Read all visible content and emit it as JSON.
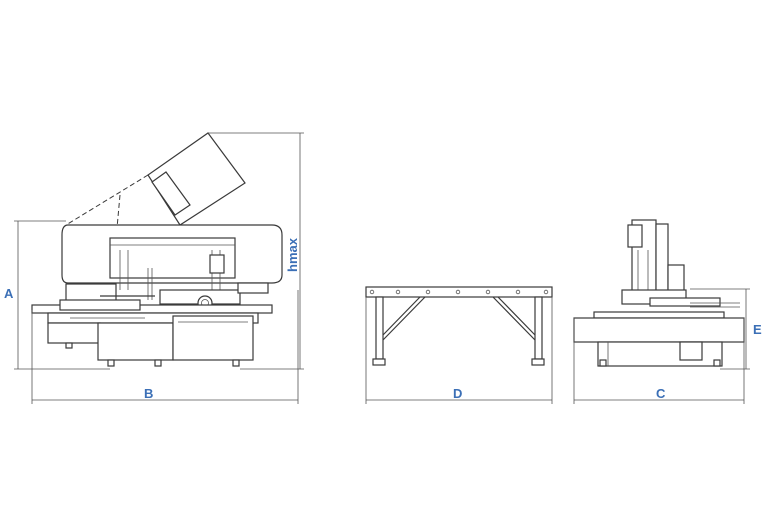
{
  "labels": {
    "a": "A",
    "b": "B",
    "hmax": "hmax",
    "d": "D",
    "c": "C",
    "e": "E"
  },
  "colors": {
    "label": "#3b6fb6",
    "line": "#3a3a3a",
    "background": "#ffffff"
  }
}
